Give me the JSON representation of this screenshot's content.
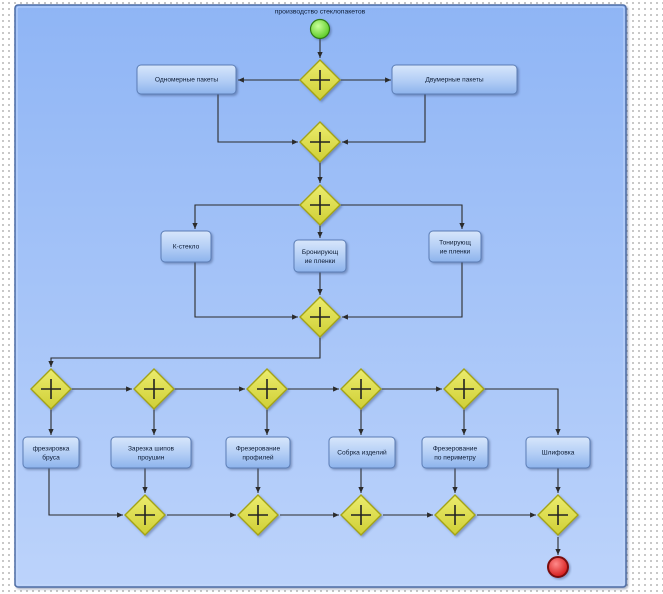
{
  "diagram": {
    "title": "производство стеклопакетов",
    "tasks": {
      "one_chamber": [
        "Одномерные пакеты"
      ],
      "two_chamber": [
        "Двумерные пакеты"
      ],
      "k_glass": [
        "К-стекло"
      ],
      "armor_film": [
        "Бронирующ",
        "ие пленки"
      ],
      "tint_film": [
        "Тонирующ",
        "ие пленки"
      ],
      "beam_milling": [
        "фрезировка",
        "бруса"
      ],
      "tenon_cutting": [
        "Зарезка шипов",
        "проушин"
      ],
      "profile_milling": [
        "Фрезерование",
        "профилей"
      ],
      "assembly": [
        "Собрка изделий"
      ],
      "perimeter_milling": [
        "Фрезерование",
        "по периметру"
      ],
      "grinding": [
        "Шлифовка"
      ]
    },
    "colors": {
      "pool_fill_top": "#8fb5f5",
      "pool_fill_bottom": "#bcd3fb",
      "pool_border": "#4f6ea6",
      "task_fill_top": "#d4e4fb",
      "task_fill_bottom": "#93b8ee",
      "task_border": "#5b7db5",
      "gateway_fill": "#dede4a",
      "gateway_border": "#a3a317",
      "start_event": "#7ee83a",
      "end_event": "#ee2222",
      "arrow": "#2b2b2b"
    },
    "gateway_type": "parallel-gateway"
  }
}
